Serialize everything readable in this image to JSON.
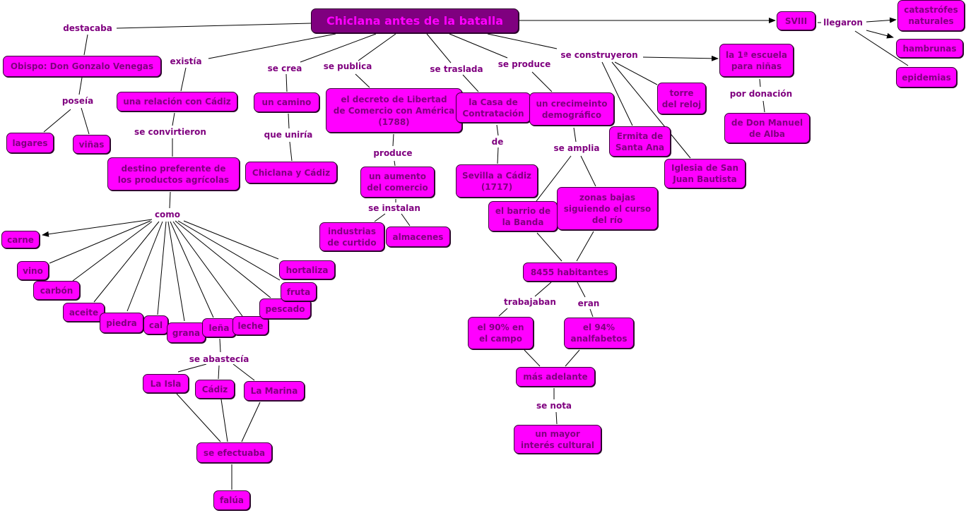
{
  "title": "Chiclana antes de la batalla",
  "nodes": {
    "obispo": "Obispo: Don Gonzalo Venegas",
    "lagares": "lagares",
    "vinas": "viñas",
    "relacion": "una relación con Cádiz",
    "destino": "destino preferente de\nlos productos agrícolas",
    "camino": "un camino",
    "chiclana_cadiz": "Chiclana y Cádiz",
    "decreto": "el decreto de Libertad\nde Comercio con América\n(1788)",
    "aumento": "un aumento\ndel comercio",
    "industrias": "industrias\nde curtido",
    "almacenes": "almacenes",
    "casa": "la Casa de\nContratación",
    "sevilla": "Sevilla a Cádiz\n(1717)",
    "crecimiento": "un crecimeinto\ndemográfico",
    "barrio": "el barrio de\nla Banda",
    "zonas": "zonas bajas\nsiguiendo el curso\ndel río",
    "habitantes": "8455 habitantes",
    "el90": "el 90% en\nel campo",
    "el94": "el 94%\nanalfabetos",
    "adelante": "más adelante",
    "interes": "un mayor\ninterés cultural",
    "ermita": "Ermita de\nSanta Ana",
    "torre": "torre\ndel reloj",
    "iglesia": "Iglesia de San\nJuan Bautista",
    "escuela": "la 1ª escuela\npara niñas",
    "don_manuel": "de Don Manuel\nde Alba",
    "sviii": "SVIII",
    "catastrofes": "catastrófes\nnaturales",
    "hambrunas": "hambrunas",
    "epidemias": "epidemias",
    "carne": "carne",
    "vino": "vino",
    "carbon": "carbón",
    "aceite": "aceite",
    "piedra": "piedra",
    "cal": "cal",
    "grana": "grana",
    "lena": "leña",
    "leche": "leche",
    "pescado": "pescado",
    "fruta": "fruta",
    "hortaliza": "hortaliza",
    "la_isla": "La Isla",
    "cadiz": "Cádiz",
    "la_marina": "La Marina",
    "efectuaba": "se efectuaba",
    "falua": "falúa"
  },
  "links": {
    "destacaba": "destacaba",
    "existia": "existía",
    "poseia": "poseía",
    "convirtieron": "se convirtieron",
    "se_crea": "se crea",
    "que_uniria": "que uniría",
    "se_publica": "se publica",
    "se_traslada": "se traslada",
    "produce": "produce",
    "se_instalan": "se instalan",
    "de": "de",
    "se_produce": "se produce",
    "se_amplia": "se amplia",
    "se_construyeron": "se construyeron",
    "por_donacion": "por donación",
    "llegaron": "llegaron",
    "como": "como",
    "se_abastecia": "se abastecía",
    "trabajaban": "trabajaban",
    "eran": "eran",
    "se_nota": "se nota"
  },
  "colors": {
    "node_fill": "#ff00ff",
    "node_text": "#7f007f",
    "title_fill": "#7f007f",
    "title_text": "#ff00ff"
  }
}
